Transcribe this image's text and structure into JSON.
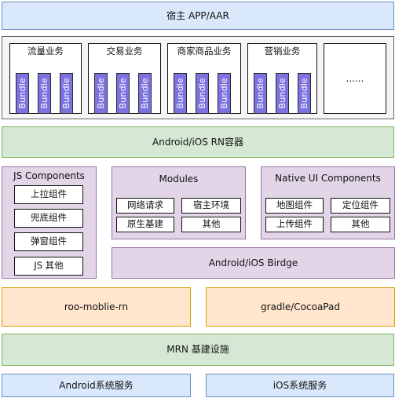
{
  "host": {
    "label": "宿主 APP/AAR"
  },
  "businesses": [
    {
      "label": "流量业务",
      "bundles": [
        "Bundle",
        "Bundle",
        "Bundle"
      ]
    },
    {
      "label": "交易业务",
      "bundles": [
        "Bundle",
        "Bundle",
        "Bundle"
      ]
    },
    {
      "label": "商家商品业务",
      "bundles": [
        "Bundle",
        "Bundle",
        "Bundle"
      ]
    },
    {
      "label": "营销业务",
      "bundles": [
        "Bundle",
        "Bundle",
        "Bundle"
      ]
    }
  ],
  "more": {
    "label": "......"
  },
  "rn_container": {
    "label": "Android/iOS RN容器"
  },
  "js_components": {
    "title": "JS Components",
    "items": [
      "上拉组件",
      "兜底组件",
      "弹窗组件",
      "JS 其他"
    ]
  },
  "modules": {
    "title": "Modules",
    "items": [
      "网络请求",
      "宿主环境",
      "原生基建",
      "其他"
    ]
  },
  "native_ui": {
    "title": "Native UI Components",
    "items": [
      "地图组件",
      "定位组件",
      "上传组件",
      "其他"
    ]
  },
  "bridge": {
    "label": "Android/iOS Birdge"
  },
  "roo": {
    "label": "roo-moblie-rn"
  },
  "gradle": {
    "label": "gradle/CocoaPad"
  },
  "mrn": {
    "label": "MRN 基建设施"
  },
  "android_services": {
    "label": "Android系统服务"
  },
  "ios_services": {
    "label": "iOS系统服务"
  },
  "colors": {
    "blue_fill": "#dae8fc",
    "green_fill": "#d5e8d4",
    "purple_fill": "#e1d5e7",
    "orange_fill": "#ffe6cc",
    "bundle_fill": "#7c72e0",
    "container_fill": "#f5f5f5"
  }
}
